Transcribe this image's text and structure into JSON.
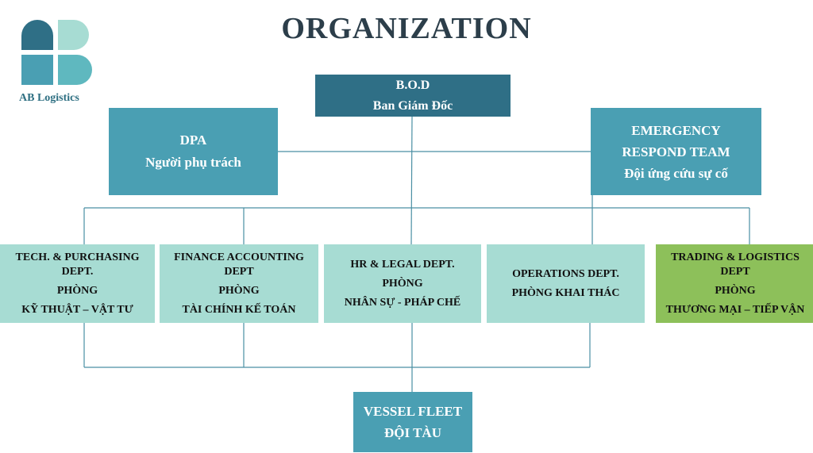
{
  "title": "ORGANIZATION",
  "logo": {
    "text": "AB Logistics"
  },
  "colors": {
    "title": "#2c3e4a",
    "bod": "#2f6f86",
    "primary_box": "#4a9fb3",
    "dept_box": "#a7dcd3",
    "trading_box": "#8dc05a",
    "line": "#4a8fa3"
  },
  "bod": {
    "line1": "B.O.D",
    "line2": "Ban Giám Đốc"
  },
  "dpa": {
    "line1": "DPA",
    "line2": "Người phụ trách"
  },
  "ert": {
    "line1": "EMERGENCY",
    "line2": "RESPOND TEAM",
    "line3": "Đội ứng cứu sự cố"
  },
  "departments": [
    {
      "name1": "TECH. & PURCHASING",
      "name2": "DEPT.",
      "vn1": "PHÒNG",
      "vn2": "KỸ THUẬT – VẬT TƯ"
    },
    {
      "name1": "FINANCE ACCOUNTING",
      "name2": "DEPT",
      "vn1": "PHÒNG",
      "vn2": "TÀI CHÍNH KẾ TOÁN"
    },
    {
      "name1": "HR & LEGAL DEPT.",
      "vn1": "PHÒNG",
      "vn2": "NHÂN SỰ - PHÁP CHẾ"
    },
    {
      "name1": "OPERATIONS DEPT.",
      "vn1": "PHÒNG KHAI THÁC"
    },
    {
      "name1": "TRADING & LOGISTICS",
      "name2": "DEPT",
      "vn1": "PHÒNG",
      "vn2": "THƯƠNG MẠI – TIẾP VẬN"
    }
  ],
  "fleet": {
    "line1": "VESSEL FLEET",
    "line2": "ĐỘI TÀU"
  }
}
